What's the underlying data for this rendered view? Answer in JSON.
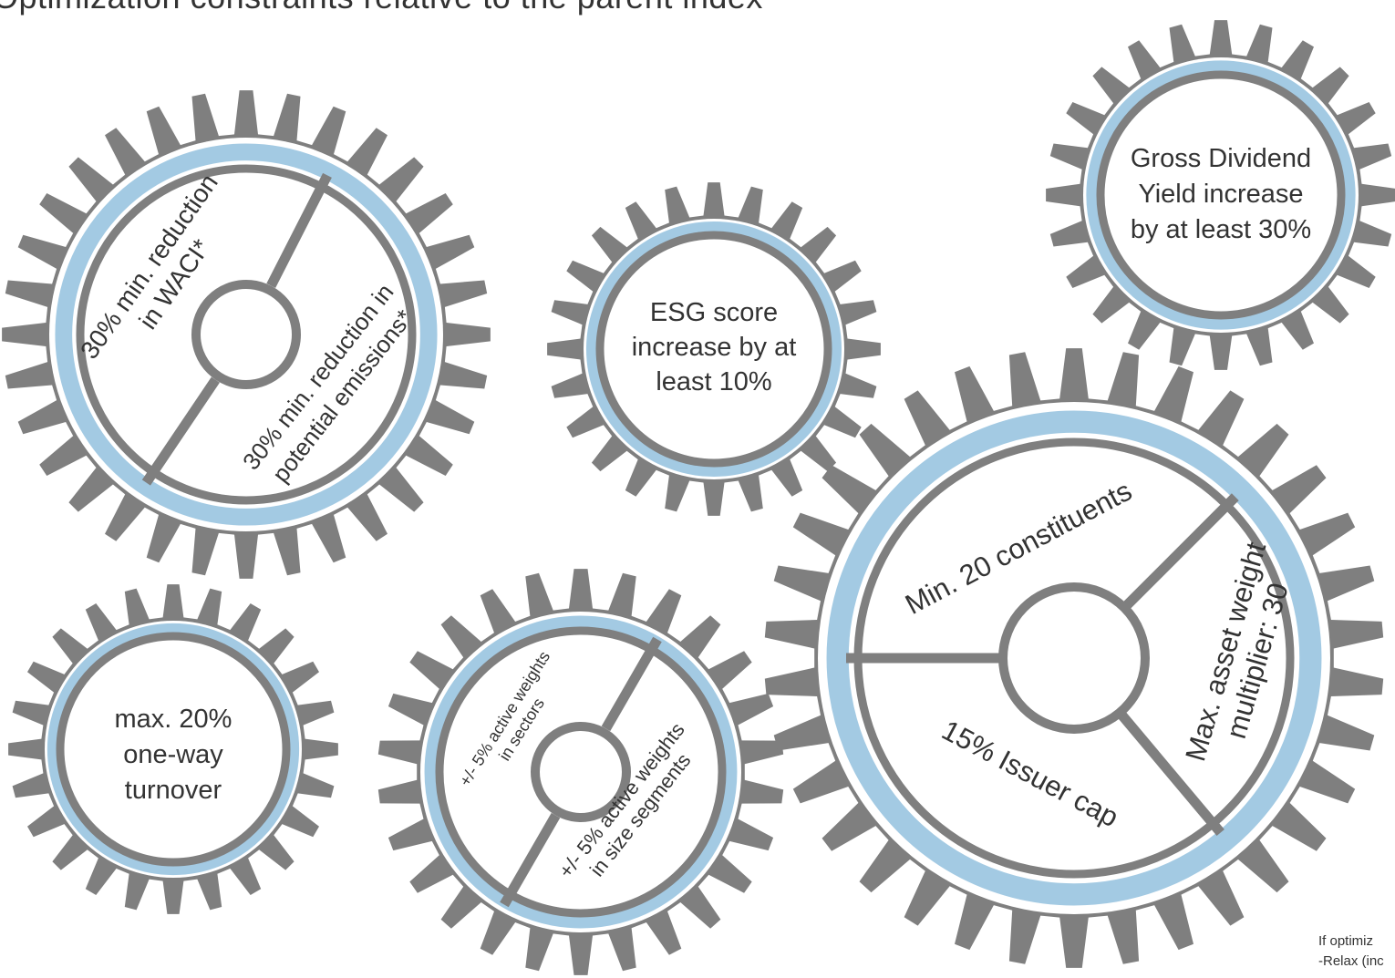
{
  "title": "Optimization constraints relative to the parent index",
  "colors": {
    "gear": "#7f7f7f",
    "accent": "#a3cae3",
    "background": "#ffffff",
    "text": "#333333"
  },
  "gears": [
    {
      "id": "emissions",
      "lines": [
        "30% min. reduction",
        "in WACI*",
        "30% min. reduction in",
        "potential emissions*"
      ]
    },
    {
      "id": "esg",
      "lines": [
        "ESG score",
        "increase by at",
        "least 10%"
      ]
    },
    {
      "id": "dividend",
      "lines": [
        "Gross Dividend",
        "Yield increase",
        "by at least 30%"
      ]
    },
    {
      "id": "turnover",
      "lines": [
        "max. 20%",
        "one-way",
        "turnover"
      ]
    },
    {
      "id": "active-weights",
      "lines": [
        "+/- 5% active weights",
        "in sectors",
        "+/- 5% active weights",
        "in size segments"
      ]
    },
    {
      "id": "diversification",
      "lines": [
        "Min. 20 constituents",
        "Max. asset weight",
        "multiplier: 30",
        "15% Issuer cap"
      ]
    }
  ],
  "footnote": {
    "line1": "If optimiz",
    "line2": "-Relax (inc"
  }
}
